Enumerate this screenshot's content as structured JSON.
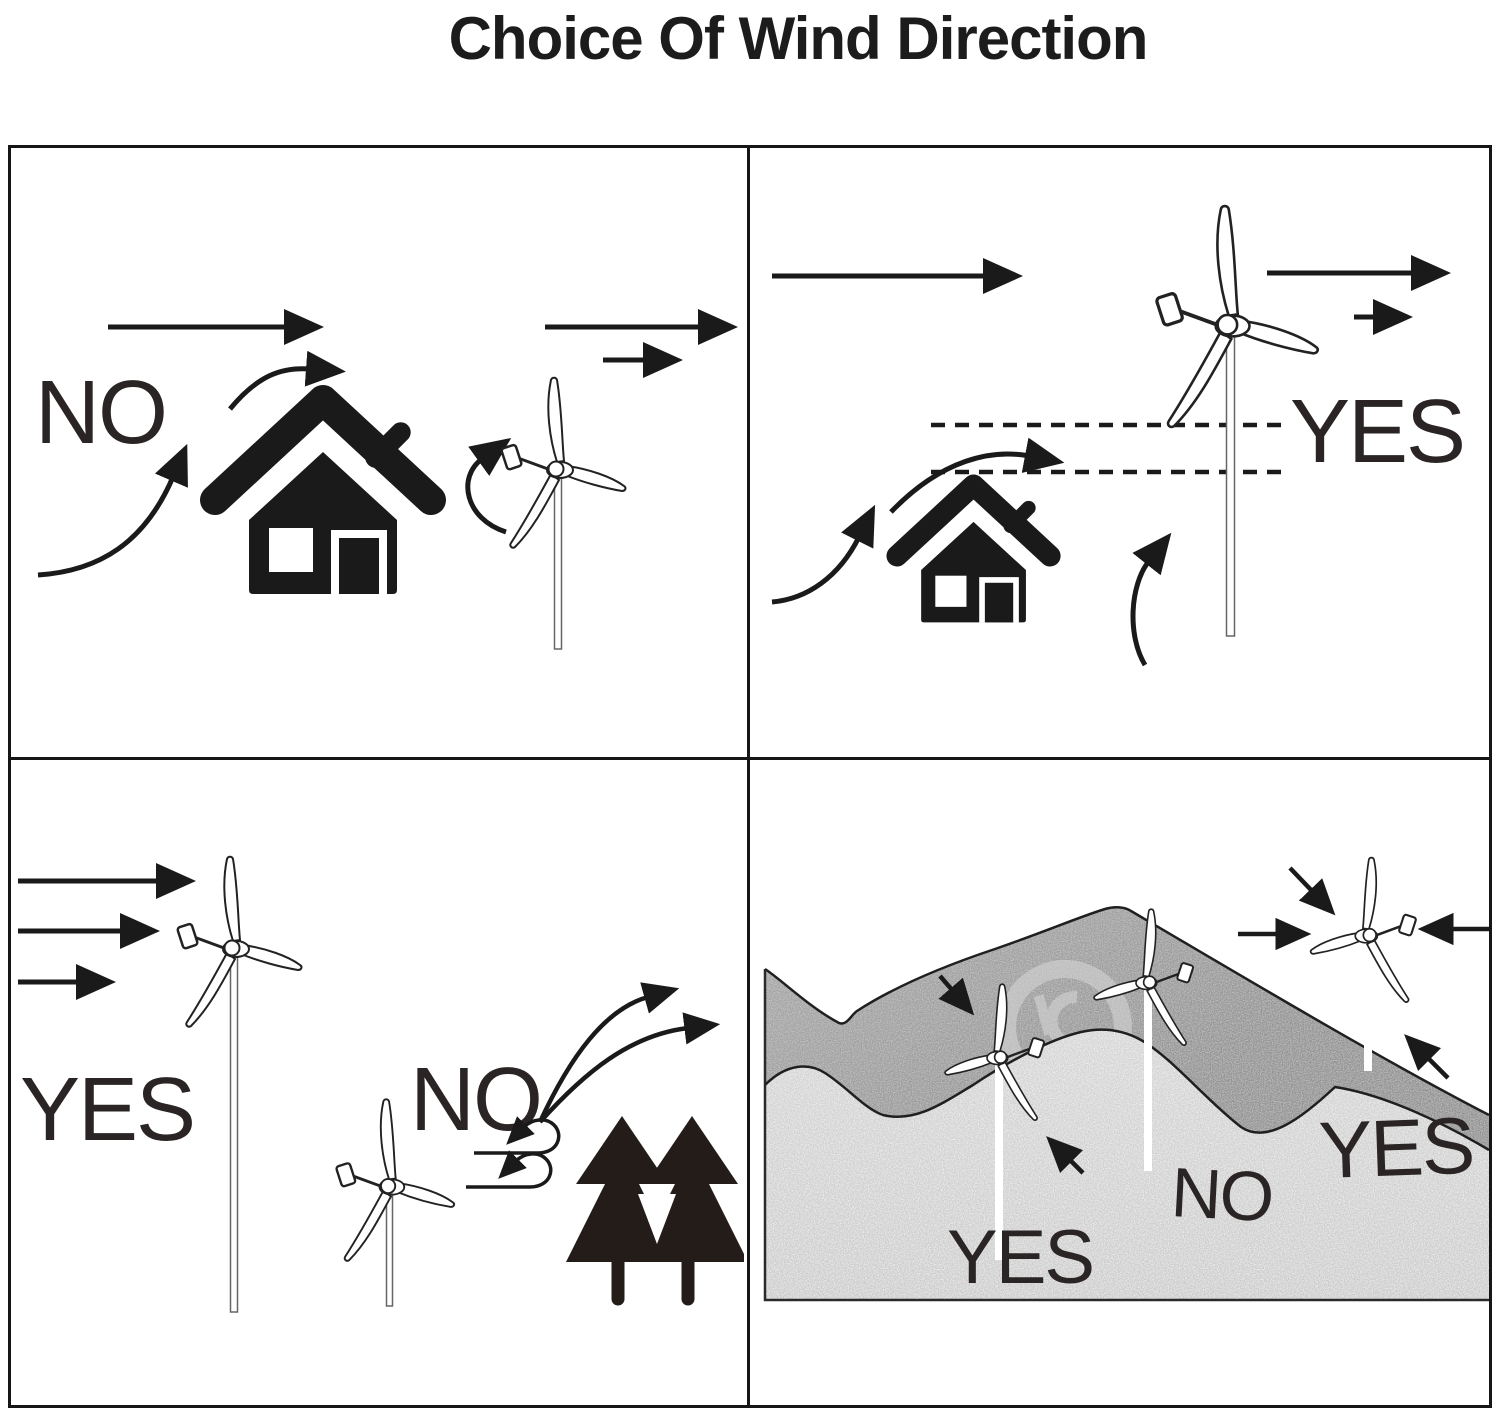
{
  "title": "Choice Of Wind Direction",
  "labels": {
    "top_left_no": "NO",
    "top_right_yes": "YES",
    "bottom_left_yes": "YES",
    "bottom_left_no": "NO",
    "bottom_right_yes_left": "YES",
    "bottom_right_no": "NO",
    "bottom_right_yes_right": "YES"
  },
  "icons": [
    "wind-turbine-icon",
    "house-icon",
    "pine-trees-icon",
    "wind-arrow-icon",
    "turbulence-arrow-icon",
    "hill-terrain-illustration",
    "watermark-logo"
  ],
  "colors": {
    "ink": "#1f1b1a",
    "hill_gray": "#949494",
    "ground_gray": "#d2d2d2",
    "background": "#ffffff"
  }
}
